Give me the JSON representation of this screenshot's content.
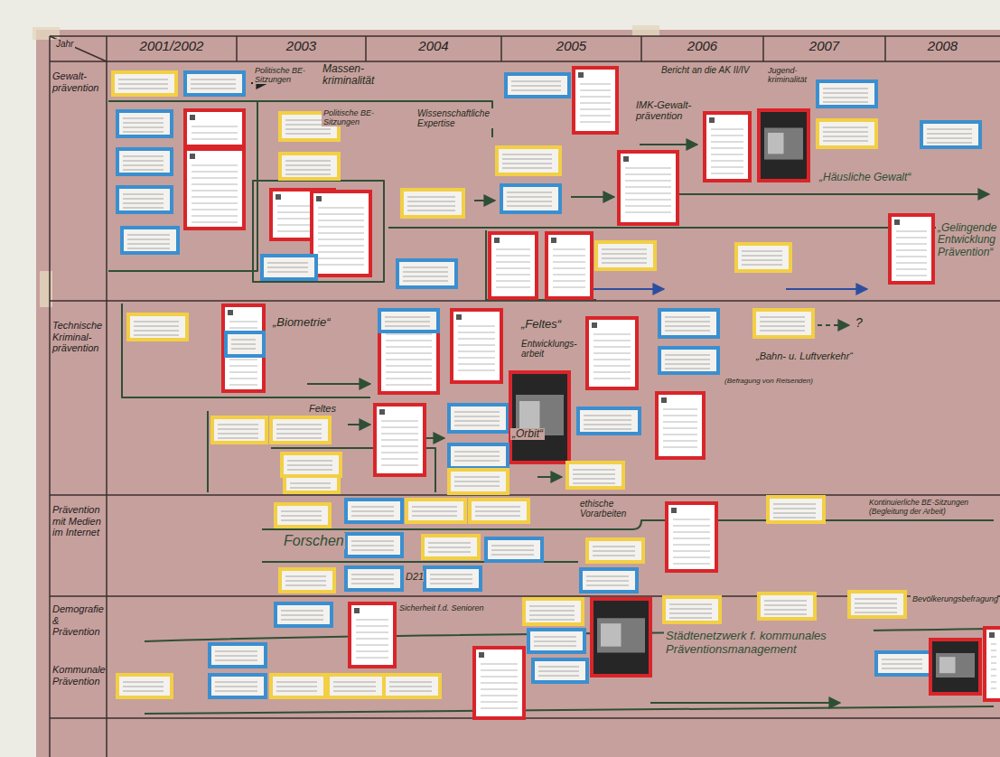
{
  "diagram": {
    "nodes": [
      {
        "text": [
          "Gewalt-prävention"
        ]
      },
      {
        "text": [
          "Technische Kriminal-prävention"
        ]
      },
      {
        "text": [
          "Prävention mit Medien im Internet"
        ]
      },
      {
        "text": [
          "Demografie & Prävention"
        ]
      },
      {
        "text": [
          "Kommunale Prävention"
        ]
      }
    ],
    "labels": [
      "Jahr",
      "2001/2002",
      "2003",
      "2004",
      "2005",
      "2006",
      "2007",
      "2008",
      "Politische BE-Sitzungen",
      "Massen-kriminalität",
      "Politische BE-Sitzungen",
      "Wissenschaftliche Expertise",
      "Bericht an die AK II/IV",
      "Jugend-kriminalität",
      "IMK-Gewalt-prävention",
      "„Häusliche Gewalt“",
      "„Gelingende Entwicklung Prävention“",
      "„Biometrie“",
      "„Feltes“",
      "Entwicklungs-arbeit",
      "Feltes",
      "„Bahn- u. Luftverkehr“",
      "(Befragung von Reisenden)",
      "?",
      "„Orbit“",
      "ethische Vorarbeiten",
      "Forschen",
      "D21",
      "Sicherheit f.d. Senioren",
      "Städtenetzwerk f. kommunales Präventionsmanagement",
      "Kontinuierliche BE-Sitzungen (Begleitung der Arbeit)",
      "Bevölkerungsbefragung"
    ]
  }
}
